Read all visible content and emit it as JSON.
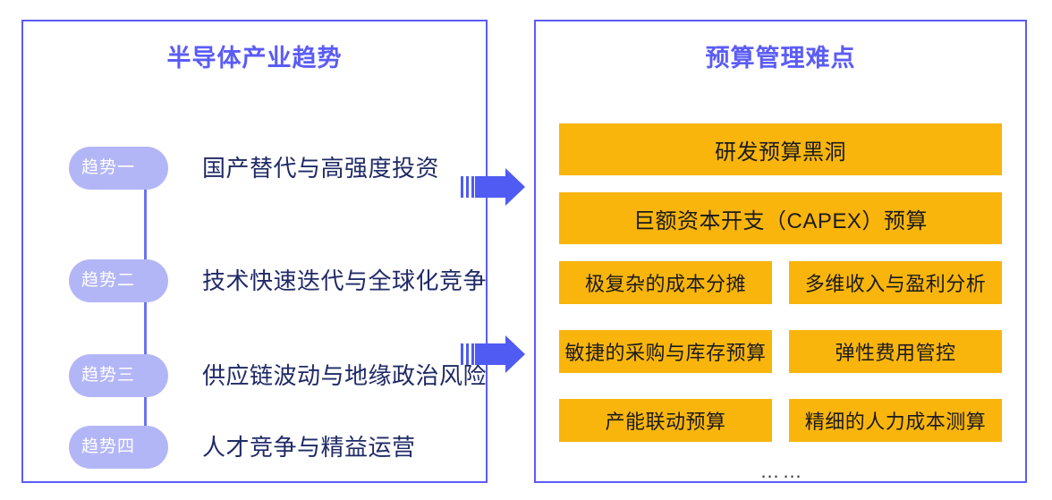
{
  "left_panel": {
    "title": "半导体产业趋势",
    "accent_color": "#5b5cf6",
    "pill_color": "#b3b6f6",
    "items": [
      {
        "badge": "趋势一",
        "label": "国产替代与高强度投资"
      },
      {
        "badge": "趋势二",
        "label": "技术快速迭代与全球化竞争"
      },
      {
        "badge": "趋势三",
        "label": "供应链波动与地缘政治风险"
      },
      {
        "badge": "趋势四",
        "label": "人才竞争与精益运营"
      }
    ]
  },
  "connectors": {
    "arrow_color": "#4f5bf2",
    "arrows": [
      {
        "name": "arrow-top"
      },
      {
        "name": "arrow-bottom"
      }
    ]
  },
  "right_panel": {
    "title": "预算管理难点",
    "accent_color": "#5b5cf6",
    "box_color": "#f9b50c",
    "wide_boxes": [
      {
        "label": "研发预算黑洞"
      },
      {
        "label": "巨额资本开支（CAPEX）预算"
      }
    ],
    "grid_rows": [
      {
        "left": "极复杂的成本分摊",
        "right": "多维收入与盈利分析"
      },
      {
        "left": "敏捷的采购与库存预算",
        "right": "弹性费用管控"
      },
      {
        "left": "产能联动预算",
        "right": "精细的人力成本测算"
      }
    ],
    "ellipsis": "……"
  }
}
